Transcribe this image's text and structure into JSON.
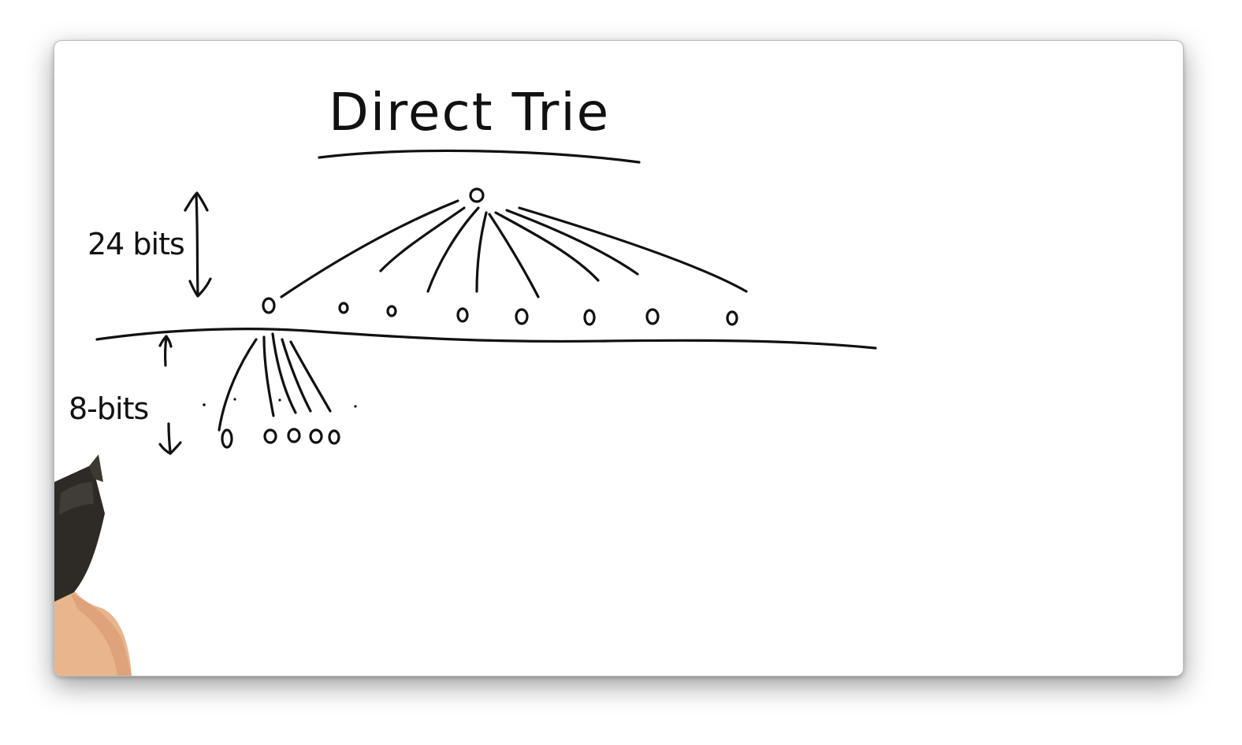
{
  "diagram": {
    "title": "Direct Trie",
    "upper_label": "24 bits",
    "lower_label": "8-bits"
  },
  "colors": {
    "ink": "#111111",
    "board": "#ffffff",
    "window_border": "#bdbdbd"
  },
  "icons": {
    "pen": "marker-pen-in-hand"
  }
}
